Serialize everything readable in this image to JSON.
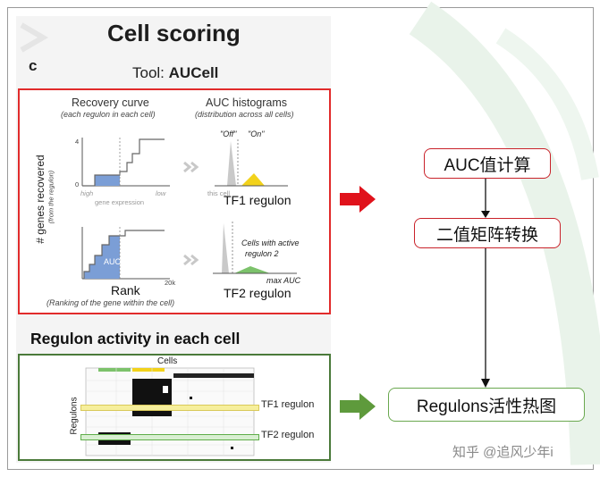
{
  "header": {
    "title": "Cell scoring",
    "panel_letter": "c",
    "tool_prefix": "Tool:",
    "tool_name": "AUCell"
  },
  "recovery": {
    "title": "Recovery curve",
    "subtitle": "(each regulon in each cell)",
    "ylabel": "# genes recovered",
    "ylabel_sub": "(from the regulon)",
    "x_high": "high",
    "x_low": "low",
    "x_mid": "gene expression",
    "tick_4": "4",
    "tick_0": "0",
    "tick_20k": "20k",
    "auc_label": "AUC",
    "rank_label": "Rank",
    "rank_sub": "(Ranking of the gene within the cell)"
  },
  "histogram": {
    "title": "AUC histograms",
    "subtitle": "(distribution across all cells)",
    "off_label": "\"Off\"",
    "on_label": "\"On\"",
    "this_cell": "this cell",
    "tf1_label": "TF1 regulon",
    "active_note_1": "Cells with active",
    "active_note_2": "regulon 2",
    "max_auc": "max AUC",
    "tf2_label": "TF2 regulon"
  },
  "activity": {
    "title": "Regulon activity in each cell",
    "cells_label": "Cells",
    "regulons_label": "Regulons",
    "tf1_label": "TF1 regulon",
    "tf2_label": "TF2 regulon"
  },
  "flow": {
    "step1": "AUC值计算",
    "step2": "二值矩阵转换",
    "step3": "Regulons活性热图"
  },
  "watermark": "知乎 @追风少年i",
  "colors": {
    "red_border": "#e12b2b",
    "green_border": "#4b7a3a",
    "auc_fill": "#7b9ed6",
    "on_fill": "#f2d21b",
    "active_fill": "#7cc26b"
  }
}
